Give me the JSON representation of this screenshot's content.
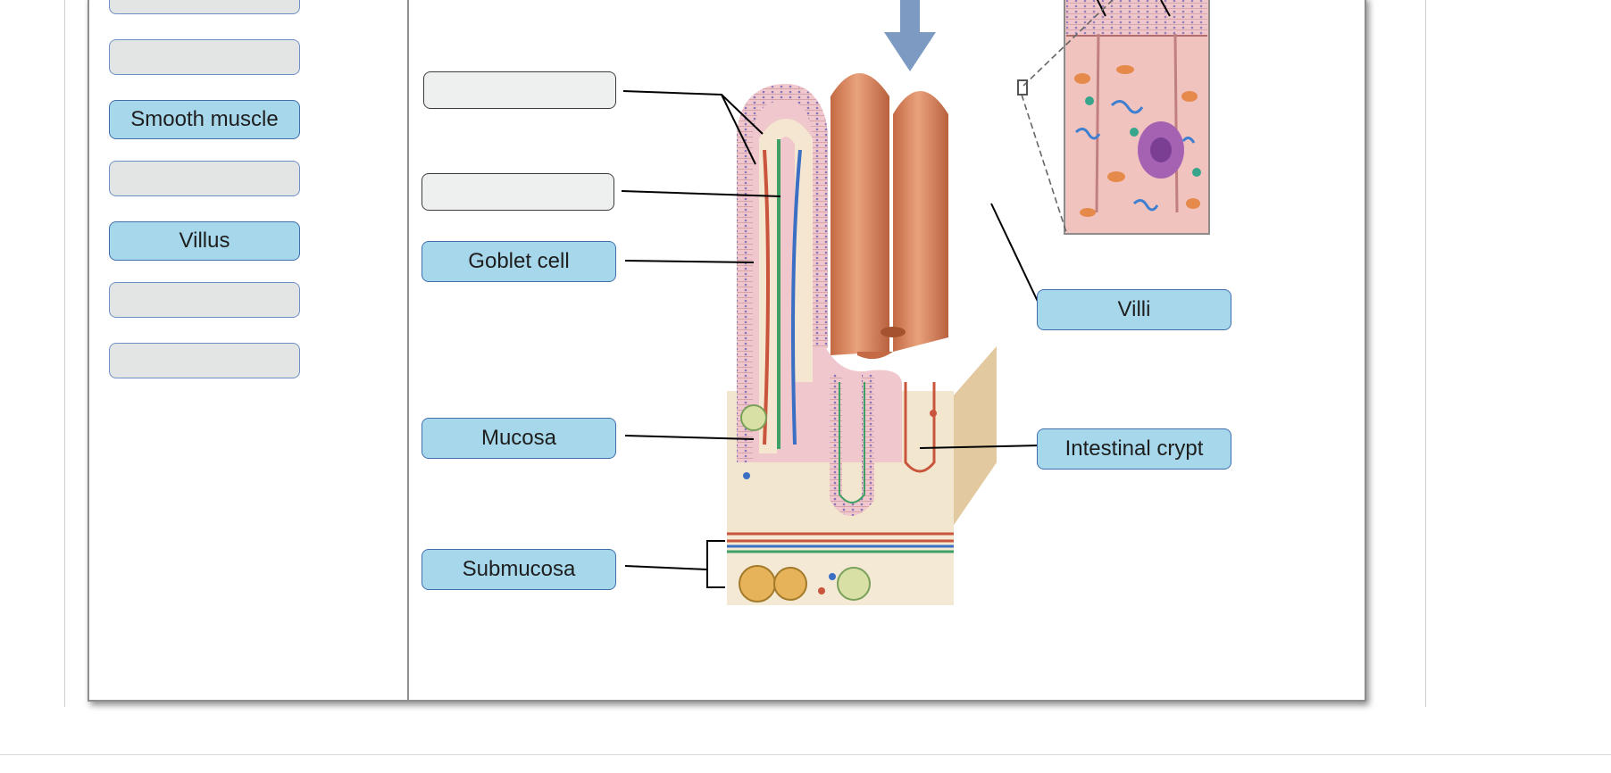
{
  "word_bank": {
    "labels": [
      "",
      "",
      "Smooth muscle",
      "",
      "Villus",
      "",
      ""
    ]
  },
  "diagram": {
    "labels": {
      "goblet_cell": "Goblet cell",
      "mucosa": "Mucosa",
      "submucosa": "Submucosa",
      "villi": "Villi",
      "intestinal_crypt": "Intestinal crypt"
    }
  },
  "colors": {
    "label_fill": "#a6d7ea",
    "label_border": "#3f6fae",
    "empty_tile": "#e3e4e4",
    "tissue_orange": "#d98a63",
    "tissue_dark": "#b5603c",
    "connective": "#f3e6cf",
    "vessel_red": "#c9553c",
    "vessel_blue": "#3b6fc4",
    "lacteal_green": "#3fa066",
    "arrow": "#7d9bc2"
  },
  "icons": {
    "pointer": "down-arrow-icon"
  }
}
